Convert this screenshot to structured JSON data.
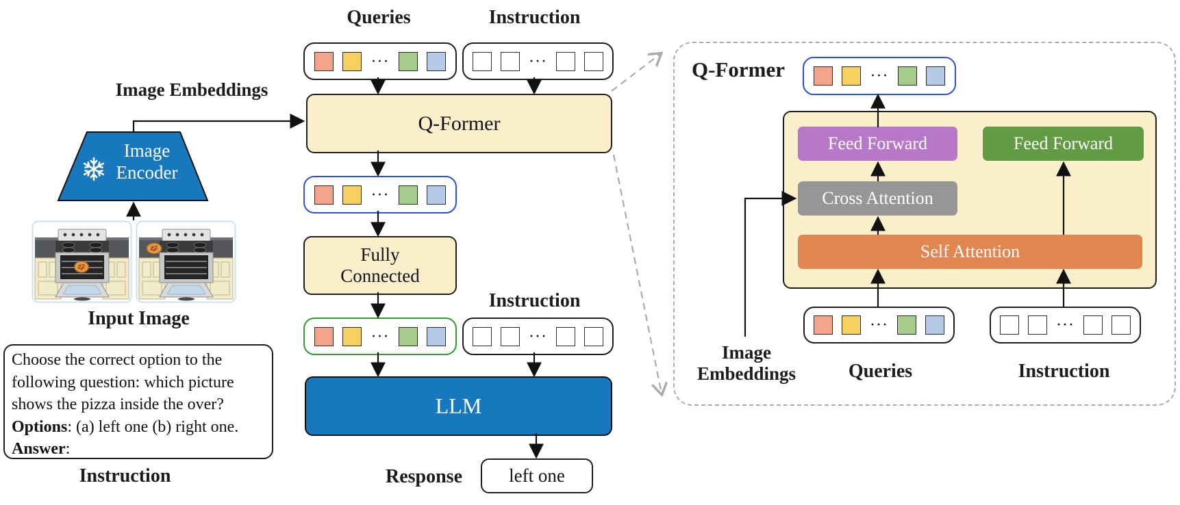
{
  "colors": {
    "cream_box": "#FAEFCA",
    "frozen_blue": "#1878BE",
    "query_output_border_blue": "#2850DC",
    "fc_output_border_green": "#2E9E33",
    "token_salmon": "#F4A58C",
    "token_yellow": "#F7D15F",
    "token_green": "#A5CC89",
    "token_blue": "#B5C9E8",
    "feed_forward_purple": "#B678C7",
    "feed_forward_green": "#619C45",
    "cross_attention_gray": "#969696",
    "self_attention_orange": "#E28650",
    "dashed_connector_gray": "#ABABAB"
  },
  "tokens": {
    "ellipsis": "···"
  },
  "main": {
    "queries_label": "Queries",
    "instruction_label_top": "Instruction",
    "qformer_label": "Q-Former",
    "fully_connected_line1": "Fully",
    "fully_connected_line2": "Connected",
    "instruction_label_mid": "Instruction",
    "llm_label": "LLM",
    "response_label": "Response",
    "response_value": "left one"
  },
  "left": {
    "image_embeddings_label": "Image Embeddings",
    "image_encoder_line1": "Image",
    "image_encoder_line2": "Encoder",
    "input_image_label": "Input Image",
    "instruction_caption": "Instruction",
    "instruction_text": {
      "line1": "Choose the correct option to the",
      "line2": "following question: which picture",
      "line3": "shows the pizza inside the over?",
      "options_bold": "Options",
      "options_rest": ": (a) left one (b) right one.",
      "answer_bold": "Answer",
      "answer_rest": ":"
    }
  },
  "panel": {
    "title": "Q-Former",
    "feed_forward_left": "Feed Forward",
    "feed_forward_right": "Feed Forward",
    "cross_attention": "Cross Attention",
    "self_attention": "Self Attention",
    "image_embeddings_line1": "Image",
    "image_embeddings_line2": "Embeddings",
    "queries_label": "Queries",
    "instruction_label": "Instruction"
  }
}
